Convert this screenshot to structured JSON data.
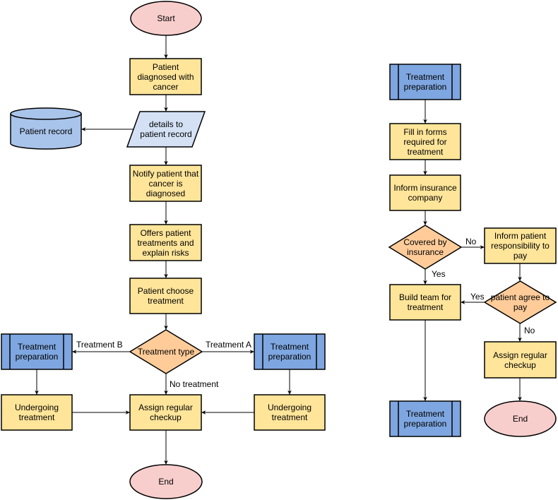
{
  "colors": {
    "terminal_fill": "#f8cecc",
    "process_fill": "#ffe599",
    "data_fill": "#d4e1f5",
    "database_fill": "#a9c4eb",
    "subprocess_fill": "#7ea6e0",
    "decision_fill": "#ffcc99",
    "stroke": "#000000"
  },
  "nodes": {
    "start": "Start",
    "diagnosed": "Patient diagnosed with cancer",
    "details": "details to patient record",
    "patient_record": "Patient record",
    "notify": "Notify patient that cancer is diagnosed",
    "offers": "Offers patient treatments and explain risks",
    "choose": "Patient choose treatment",
    "treatment_type": "Treatment type",
    "prep_b": "Treatment preparation",
    "prep_a": "Treatment preparation",
    "undergo_b": "Undergoing treatment",
    "undergo_a": "Undergoing treatment",
    "assign_left": "Assign regular checkup",
    "end_left": "End",
    "prep_top": "Treatment preparation",
    "fill_forms": "Fill in forms required for treatment",
    "inform_ins": "Inform insurance company",
    "covered": "Covered by insurance",
    "inform_patient": "Inform patient responsibility to pay",
    "build_team": "Build team for treatment",
    "agree": "patient agree to pay",
    "assign_right": "Assign regular checkup",
    "prep_bottom": "Treatment preparation",
    "end_right": "End"
  },
  "edge_labels": {
    "treatment_b": "Treatment B",
    "treatment_a": "Treatment A",
    "no_treatment": "No treatment",
    "covered_no": "No",
    "covered_yes": "Yes",
    "agree_yes": "Yes",
    "agree_no": "No"
  }
}
